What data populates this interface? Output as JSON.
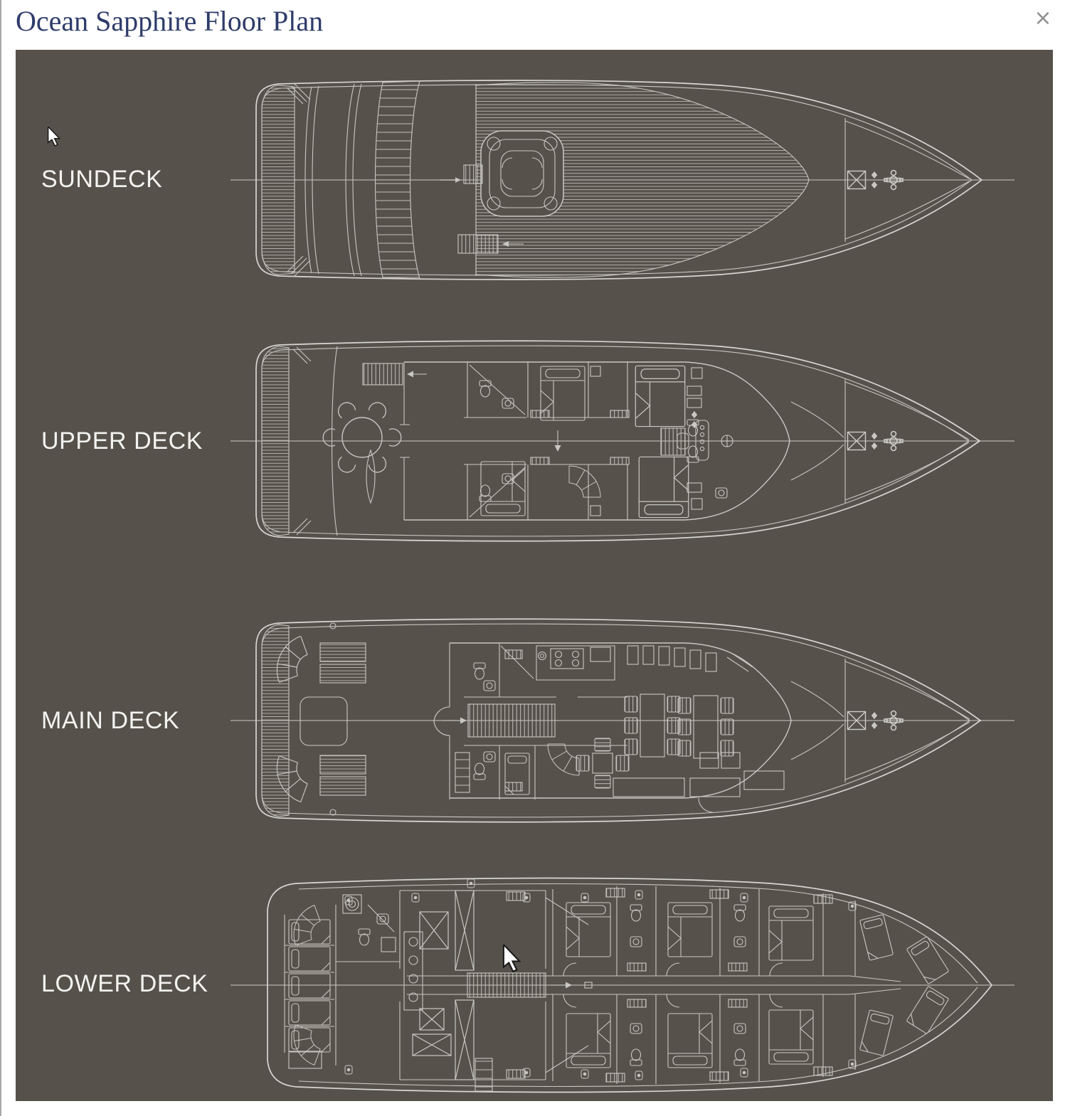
{
  "window": {
    "title": "Ocean Sapphire Floor Plan",
    "close_icon": "×"
  },
  "decks": [
    {
      "id": "sundeck",
      "label": "SUNDECK"
    },
    {
      "id": "upper-deck",
      "label": "UPPER DECK"
    },
    {
      "id": "main-deck",
      "label": "MAIN DECK"
    },
    {
      "id": "lower-deck",
      "label": "LOWER DECK"
    }
  ],
  "colors": {
    "page_bg": "#ffffff",
    "panel_bg": "#56524b",
    "drawing_line": "#c9c7c2",
    "hull_line": "#d8d6d2",
    "centerline": "#b5b2ac",
    "deck_label_text": "#f4f3f1",
    "title_text": "#2e3c6a",
    "close_icon": "#8f8f8f"
  }
}
